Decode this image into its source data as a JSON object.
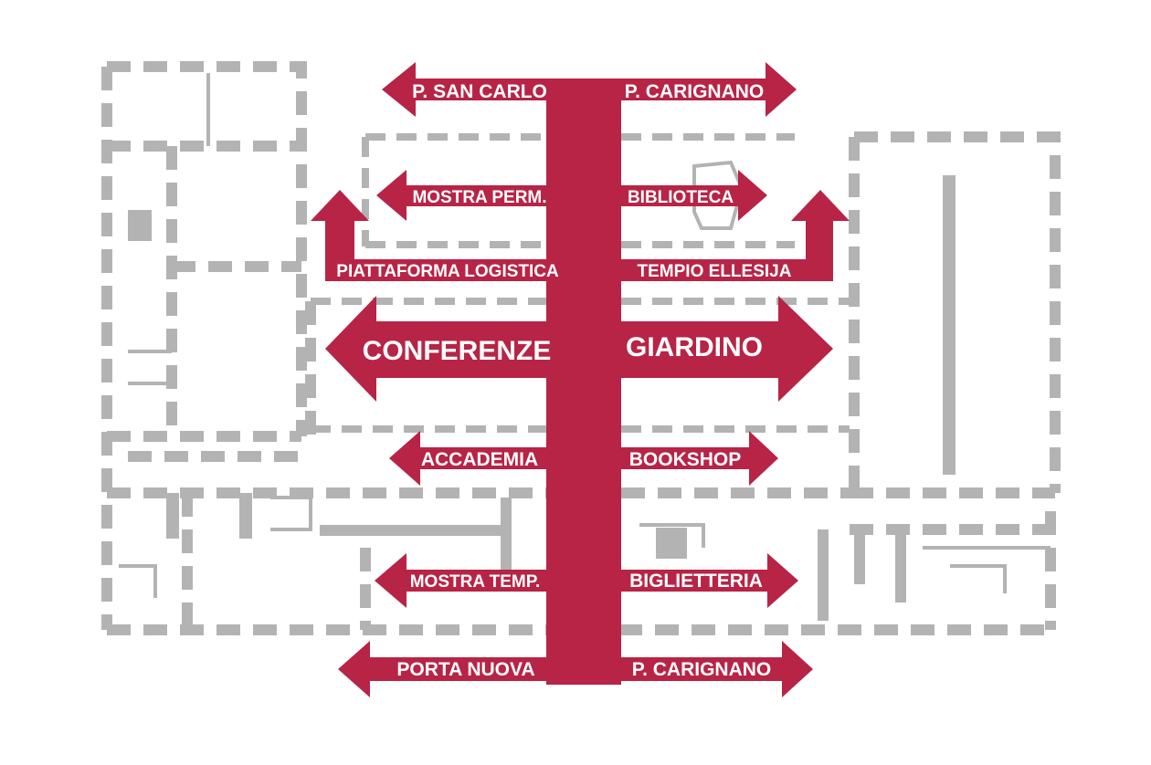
{
  "colors": {
    "accent": "#b72446",
    "walls": "#b3b3b3",
    "background": "#ffffff"
  },
  "directions": {
    "p_san_carlo": "P. SAN CARLO",
    "p_carignano_top": "P. CARIGNANO",
    "mostra_perm": "MOSTRA PERM.",
    "biblioteca": "BIBLIOTECA",
    "piattaforma_logistica": "PIATTAFORMA LOGISTICA",
    "tempio_ellesija": "TEMPIO ELLESIJA",
    "conferenze": "CONFERENZE",
    "giardino": "GIARDINO",
    "accademia": "ACCADEMIA",
    "bookshop": "BOOKSHOP",
    "mostra_temp": "MOSTRA TEMP.",
    "biglietteria": "BIGLIETTERIA",
    "porta_nuova": "PORTA NUOVA",
    "p_carignano_bottom": "P. CARIGNANO"
  }
}
